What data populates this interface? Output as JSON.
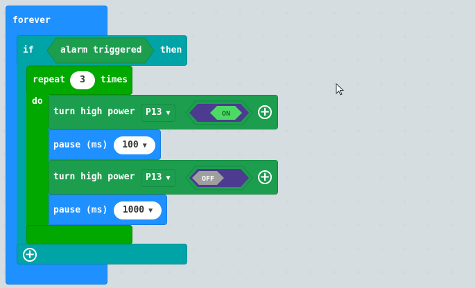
{
  "forever": {
    "label": "forever"
  },
  "if_block": {
    "label": "if",
    "condition": "alarm triggered",
    "then_label": "then"
  },
  "repeat_block": {
    "label": "repeat",
    "count": "3",
    "times_label": "times",
    "do_label": "do"
  },
  "statements": [
    {
      "type": "pin",
      "label": "turn high power",
      "pin": "P13",
      "toggle": "ON"
    },
    {
      "type": "pause",
      "label": "pause (ms)",
      "value": "100"
    },
    {
      "type": "pin",
      "label": "turn high power",
      "pin": "P13",
      "toggle": "OFF"
    },
    {
      "type": "pause",
      "label": "pause (ms)",
      "value": "1000"
    }
  ],
  "colors": {
    "workspace": "#ecf0f1",
    "basic_blue": "#1e90ff",
    "logic_teal": "#00a4a6",
    "loops_green": "#00a800",
    "pins_green": "#1d9e4f",
    "toggle_purple": "#4c3b8f",
    "toggle_on": "#4cd964",
    "toggle_off": "#9e9e9e"
  },
  "icons": {
    "add": "plus-circle-icon",
    "cursor": "mouse-pointer-icon",
    "dropdown": "caret-down-icon"
  }
}
